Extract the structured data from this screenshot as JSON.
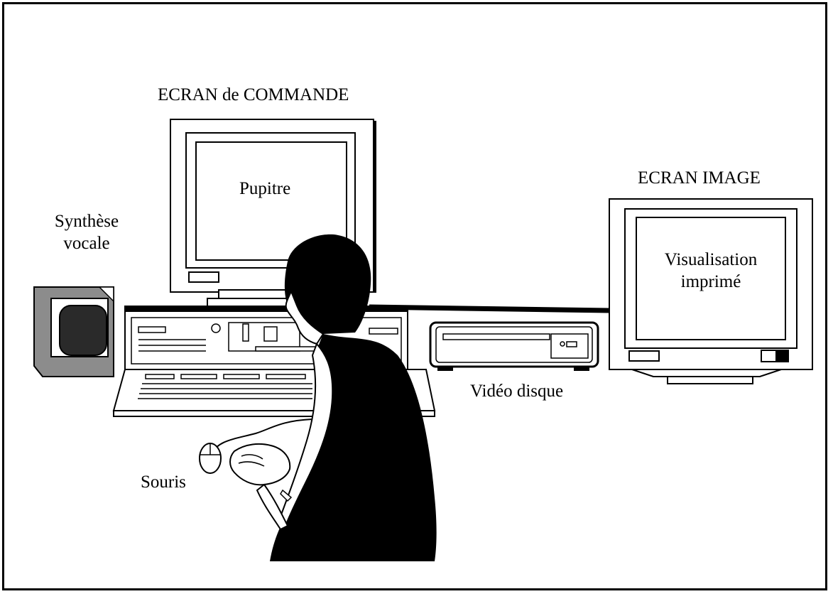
{
  "labels": {
    "command_screen": "ECRAN de COMMANDE",
    "pupitre": "Pupitre",
    "image_screen": "ECRAN IMAGE",
    "voice_synthesis_line1": "Synthèse",
    "voice_synthesis_line2": "vocale",
    "visualisation_line1": "Visualisation",
    "visualisation_line2": "imprimé",
    "video_disc": "Vidéo disque",
    "mouse": "Souris"
  }
}
